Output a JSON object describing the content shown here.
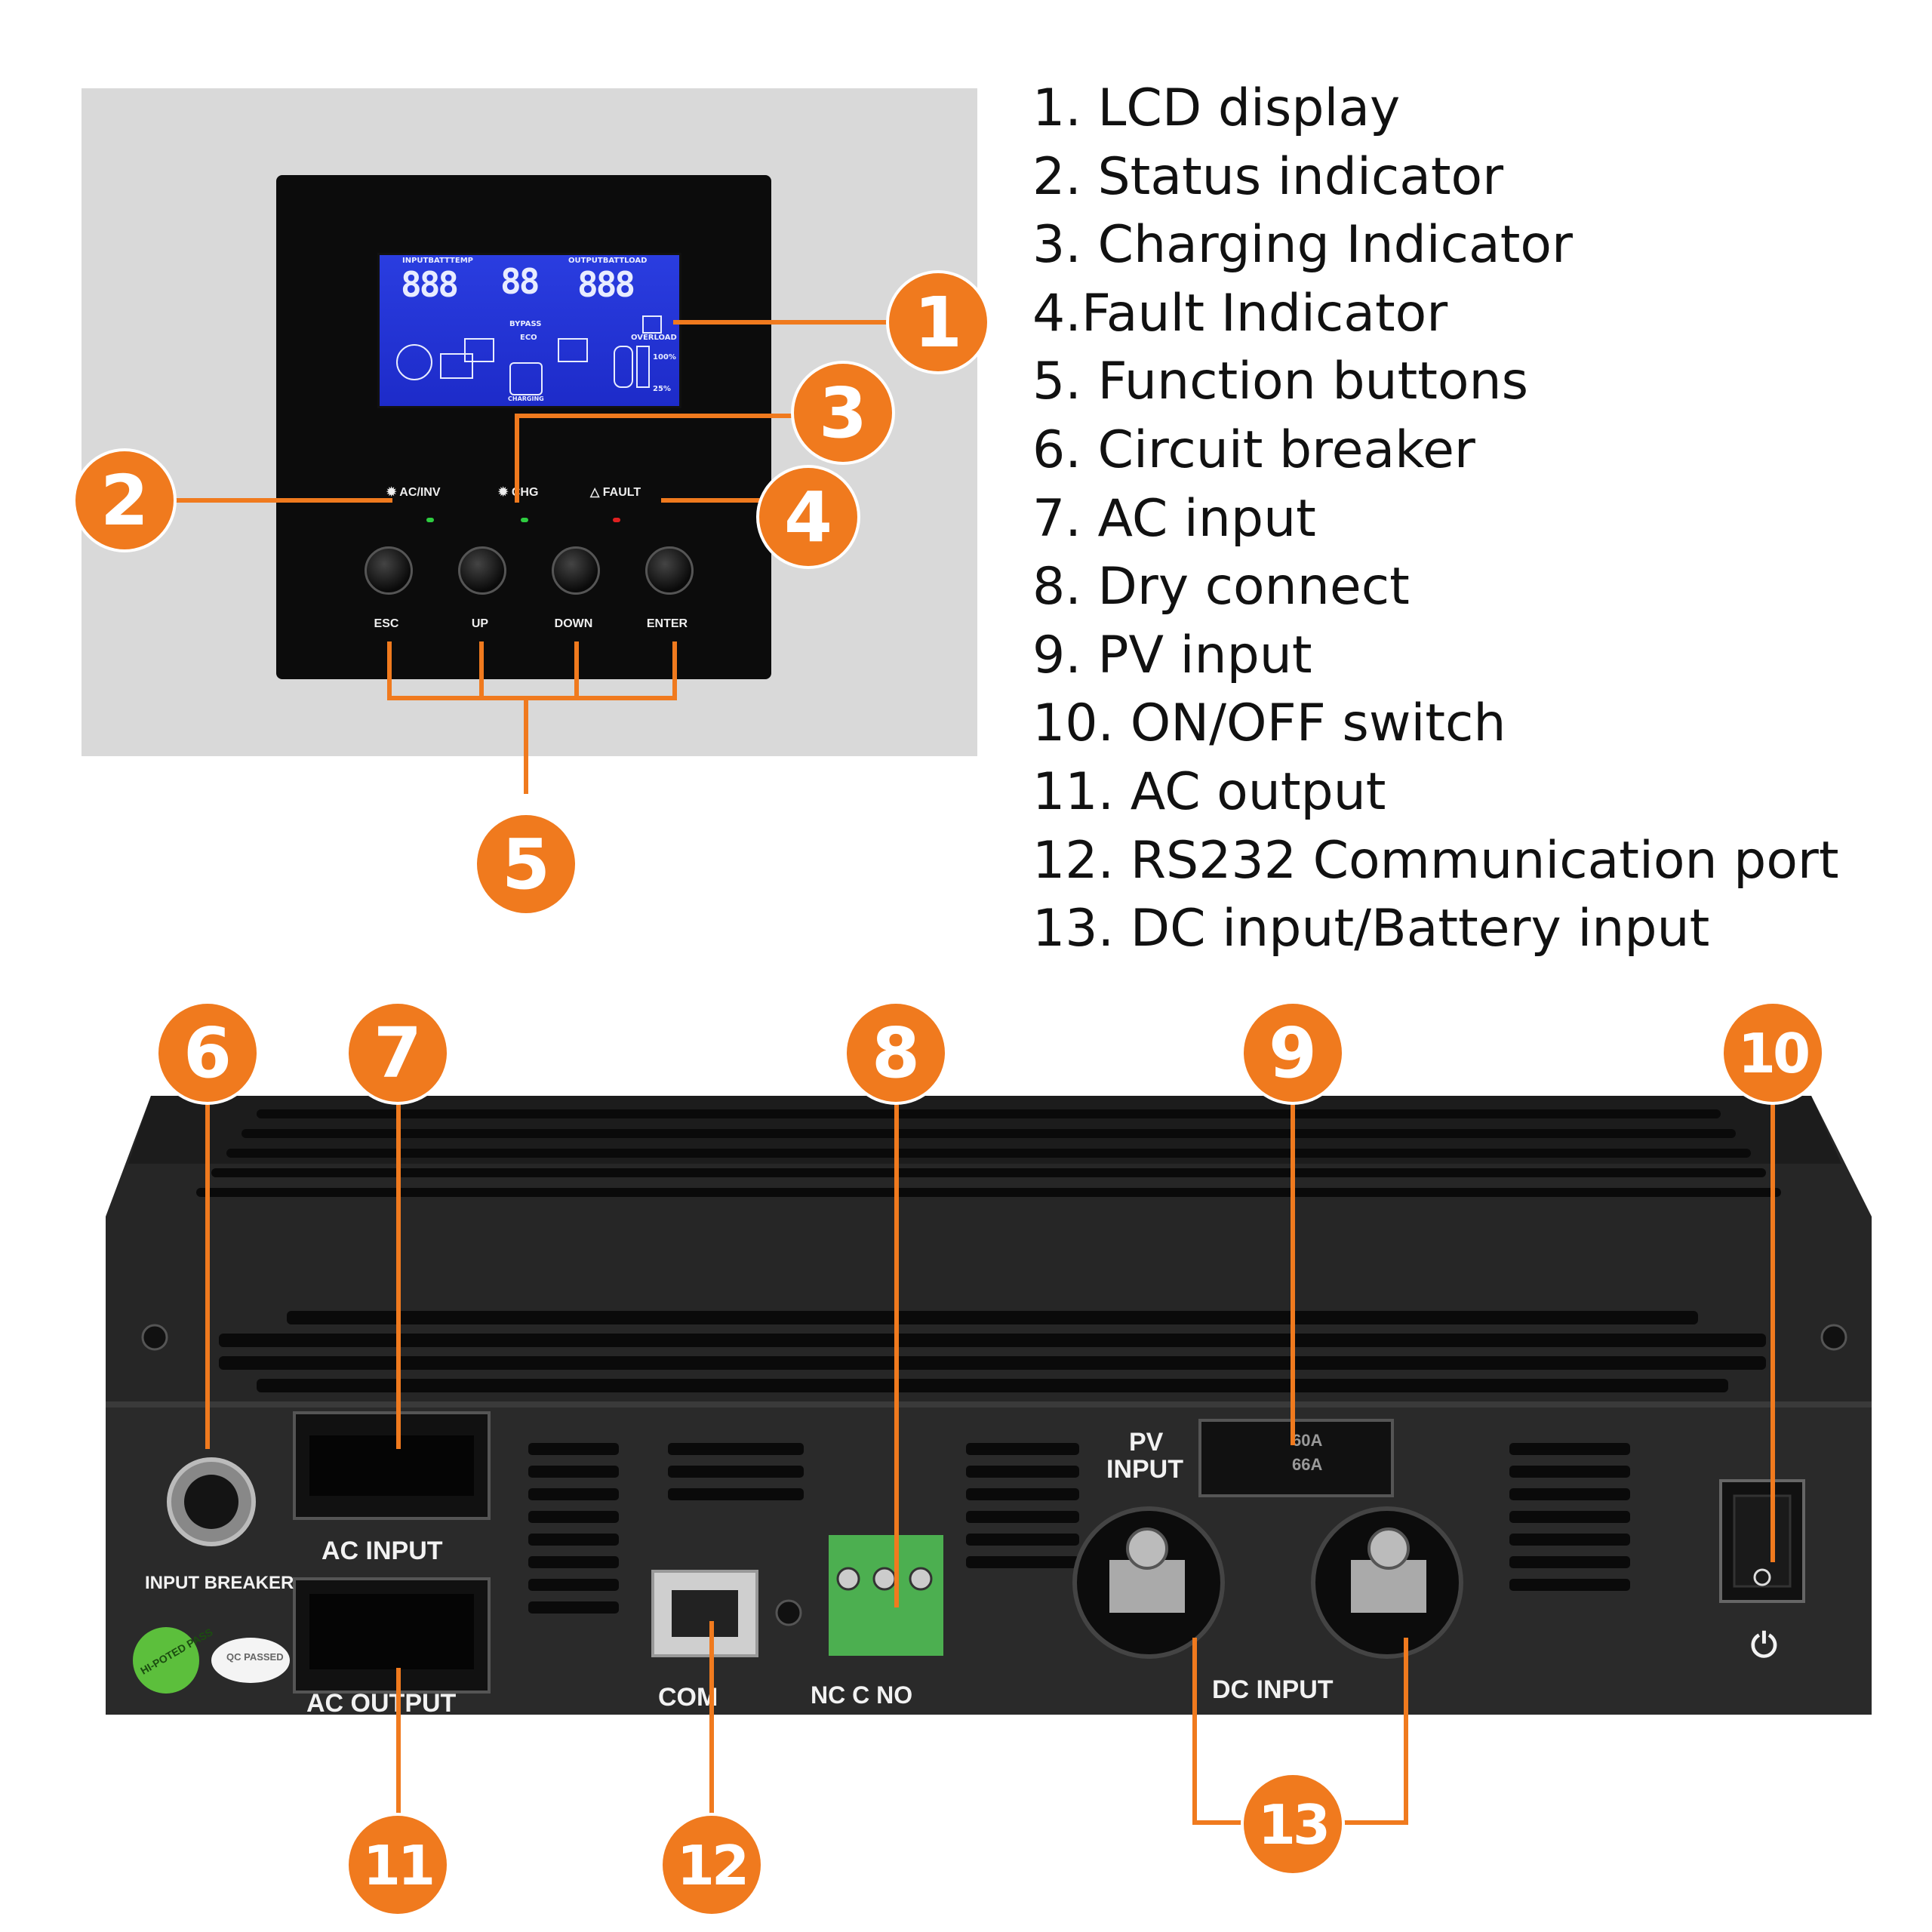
{
  "legend": [
    "1. LCD display",
    "2. Status indicator",
    "3. Charging Indicator",
    "4.Fault Indicator",
    "5. Function buttons",
    "6. Circuit breaker",
    "7. AC input",
    "8. Dry connect",
    "9. PV input",
    "10. ON/OFF switch",
    "11. AC output",
    "12. RS232 Communication port",
    "13. DC input/Battery input"
  ],
  "callouts": [
    "1",
    "2",
    "3",
    "4",
    "5",
    "6",
    "7",
    "8",
    "9",
    "10",
    "11",
    "12",
    "13"
  ],
  "front_panel": {
    "lcd": {
      "input_header": "INPUTBATTTEMP",
      "output_header": "OUTPUTBATTLOAD",
      "left_digits": "888",
      "center_digits": "88",
      "right_digits": "888",
      "bypass": "BYPASS",
      "eco": "ECO",
      "overload": "OVERLOAD",
      "percent_100": "100%",
      "percent_25": "25%",
      "charging": "CHARGING"
    },
    "indicators": {
      "ac_inv": "AC/INV",
      "chg": "CHG",
      "fault": "FAULT"
    },
    "buttons": [
      "ESC",
      "UP",
      "DOWN",
      "ENTER"
    ]
  },
  "rear_panel": {
    "input_breaker": "INPUT  BREAKER",
    "ac_input": "AC  INPUT",
    "ac_output": "AC  OUTPUT",
    "com": "COM",
    "relay_terminals": "NC  C  NO",
    "pv_input_line1": "PV",
    "pv_input_line2": "INPUT",
    "pv_rating_1": "60A",
    "pv_rating_2": "66A",
    "dc_input": "DC  INPUT",
    "hipot_sticker": "HI-POTED PASS",
    "qc_sticker": "QC PASSED"
  },
  "colors": {
    "callout": "#f07a1e",
    "lcd_blue": "#2a3de0",
    "panel_black": "#0c0c0c",
    "terminal_green": "#4caf50",
    "led_green": "#2ecc40",
    "led_red": "#e02020"
  }
}
